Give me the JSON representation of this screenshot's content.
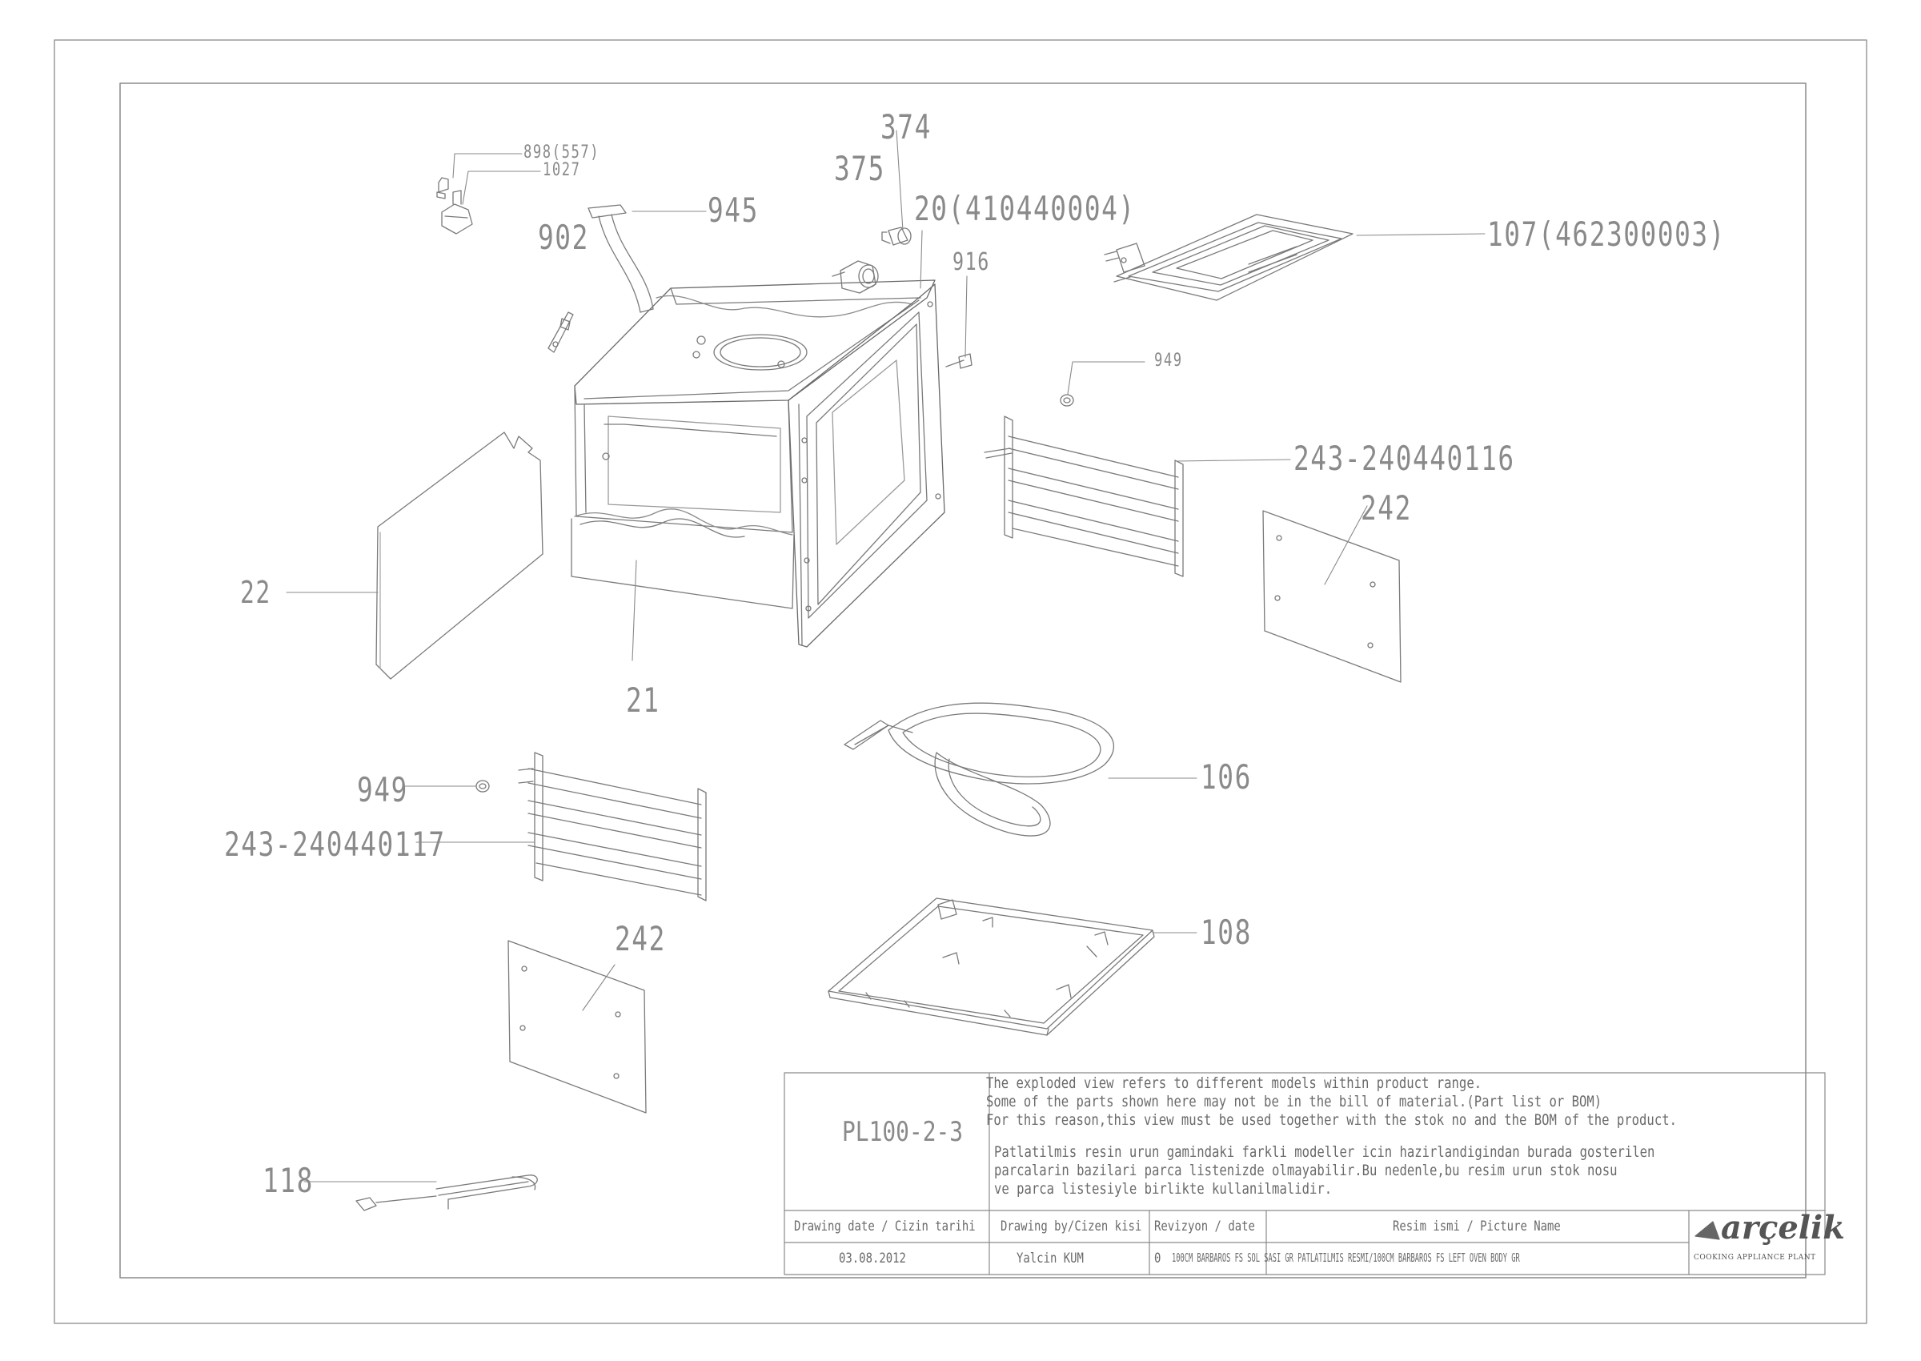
{
  "callouts": {
    "p898": "898(557)",
    "p1027": "1027",
    "p945": "945",
    "p902": "902",
    "p375": "375",
    "p374": "374",
    "p20": "20(410440004)",
    "p916": "916",
    "p107": "107(462300003)",
    "p949a": "949",
    "p243a": "243-240440116",
    "p242a": "242",
    "p22": "22",
    "p21": "21",
    "p949b": "949",
    "p243b": "243-240440117",
    "p106": "106",
    "p242b": "242",
    "p108": "108",
    "p118": "118"
  },
  "title_block": {
    "drawing_code": "PL100-2-3",
    "note_en": [
      "The exploded view refers to different models within product range.",
      "Some of the parts shown here may not be in the bill of material.(Part list or BOM)",
      "For this reason,this view must be used together with the stok no and the BOM of the product."
    ],
    "note_tr": [
      "Patlatilmis resin urun gamindaki farkli modeller icin hazirlandigindan burada gosterilen",
      "parcalarin bazilari parca listenizde olmayabilir.Bu nedenle,bu resim urun stok nosu",
      "ve parca listesiyle birlikte kullanilmalidir."
    ],
    "headers": {
      "drawing_date": "Drawing date / Cizin tarihi",
      "drawing_by": "Drawing by/Cizen kisi",
      "revision": "Revizyon / date",
      "picture_name": "Resim ismi / Picture Name"
    },
    "values": {
      "drawing_date": "03.08.2012",
      "drawing_by": "Yalcin KUM",
      "revision": "0",
      "picture_name": "100CM BARBAROS FS SOL SASI GR PATLATILMIS RESMI/100CM BARBAROS FS LEFT OVEN BODY GR"
    },
    "brand": "arçelik",
    "brand_subtitle": "COOKING APPLIANCE PLANT"
  }
}
